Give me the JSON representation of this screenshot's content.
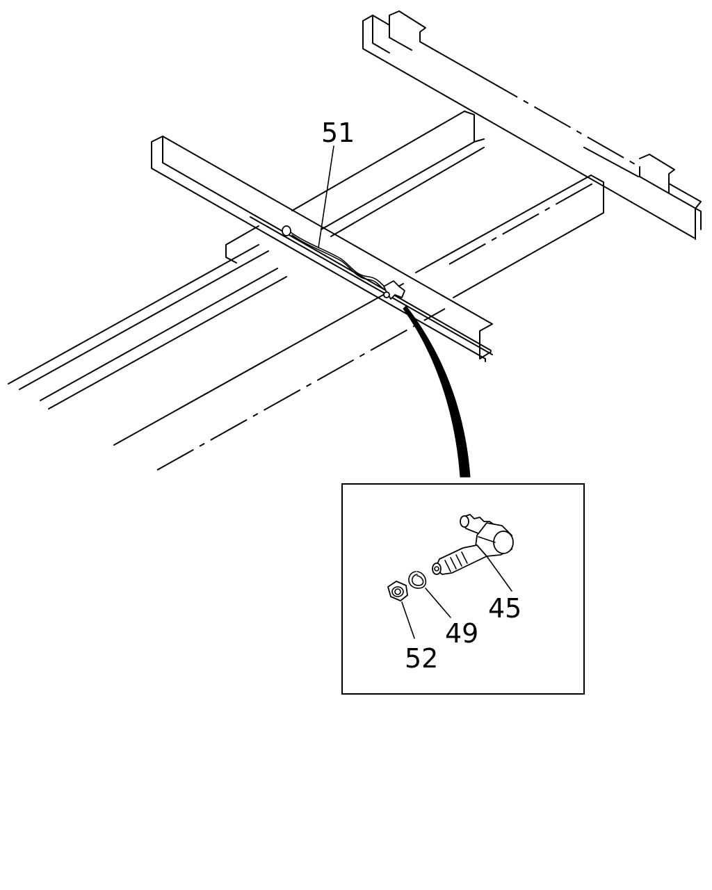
{
  "diagram": {
    "callouts": {
      "part_51": "51",
      "part_45": "45",
      "part_49": "49",
      "part_52": "52"
    }
  }
}
